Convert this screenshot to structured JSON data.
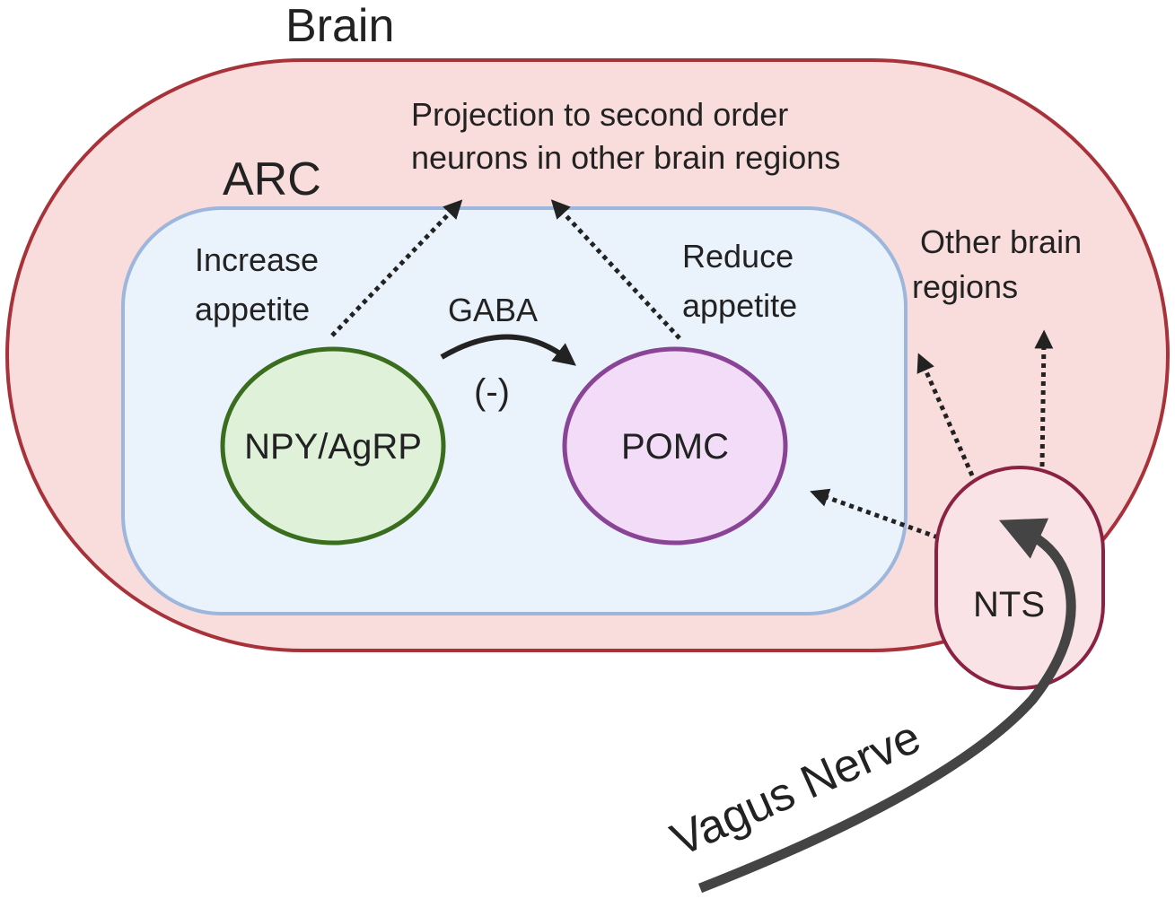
{
  "title": "Brain",
  "regions": {
    "arc": "ARC",
    "nts": "NTS"
  },
  "neurons": {
    "npy": "NPY/AgRP",
    "pomc": "POMC"
  },
  "labels": {
    "projection_line1": "Projection to second order",
    "projection_line2": "neurons in other brain regions",
    "increase_line1": "Increase",
    "increase_line2": "appetite",
    "reduce_line1": "Reduce",
    "reduce_line2": "appetite",
    "gaba": "GABA",
    "inhibit": "(-)",
    "other_line1": "Other brain",
    "other_line2": "regions",
    "vagus": "Vagus Nerve"
  },
  "colors": {
    "brain_fill": "#f9dcdc",
    "brain_stroke": "#a8323a",
    "arc_fill": "#eaf2fc",
    "arc_stroke": "#9db6dc",
    "npy_fill": "#dff2d9",
    "npy_stroke": "#3a6e1e",
    "pomc_fill": "#f3dcf7",
    "pomc_stroke": "#8a4496",
    "nts_fill": "#fae3e6",
    "nts_stroke": "#8a2343",
    "arrow": "#222222",
    "nerve": "#444444"
  }
}
